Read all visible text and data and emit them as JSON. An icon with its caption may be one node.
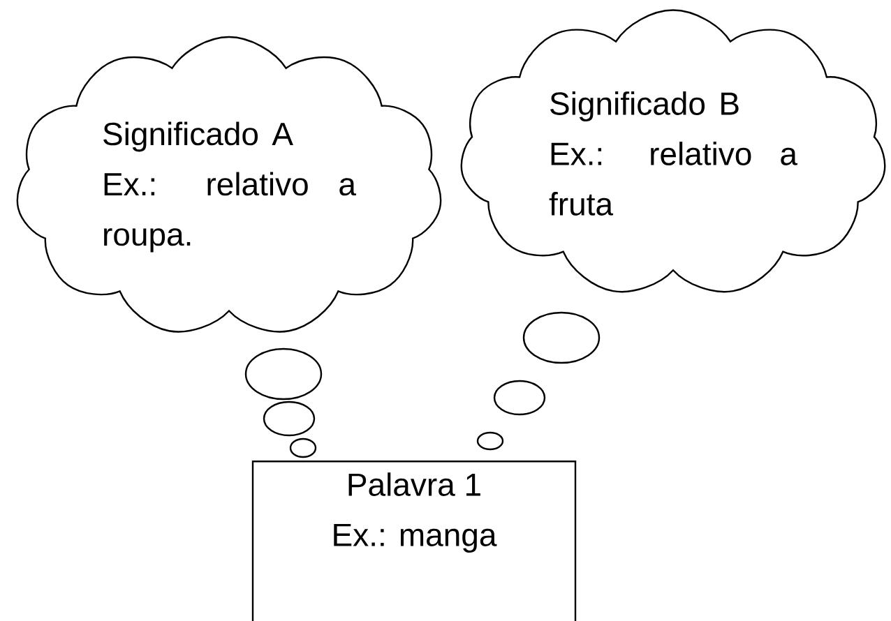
{
  "diagram": {
    "nodes": [
      {
        "text": [
          "Significado A",
          "Ex.: relativo a roupa."
        ]
      },
      {
        "text": [
          "Significado B",
          "Ex.: relativo a fruta"
        ]
      },
      {
        "text": [
          "Palavra 1",
          "Ex.: manga"
        ]
      }
    ]
  }
}
